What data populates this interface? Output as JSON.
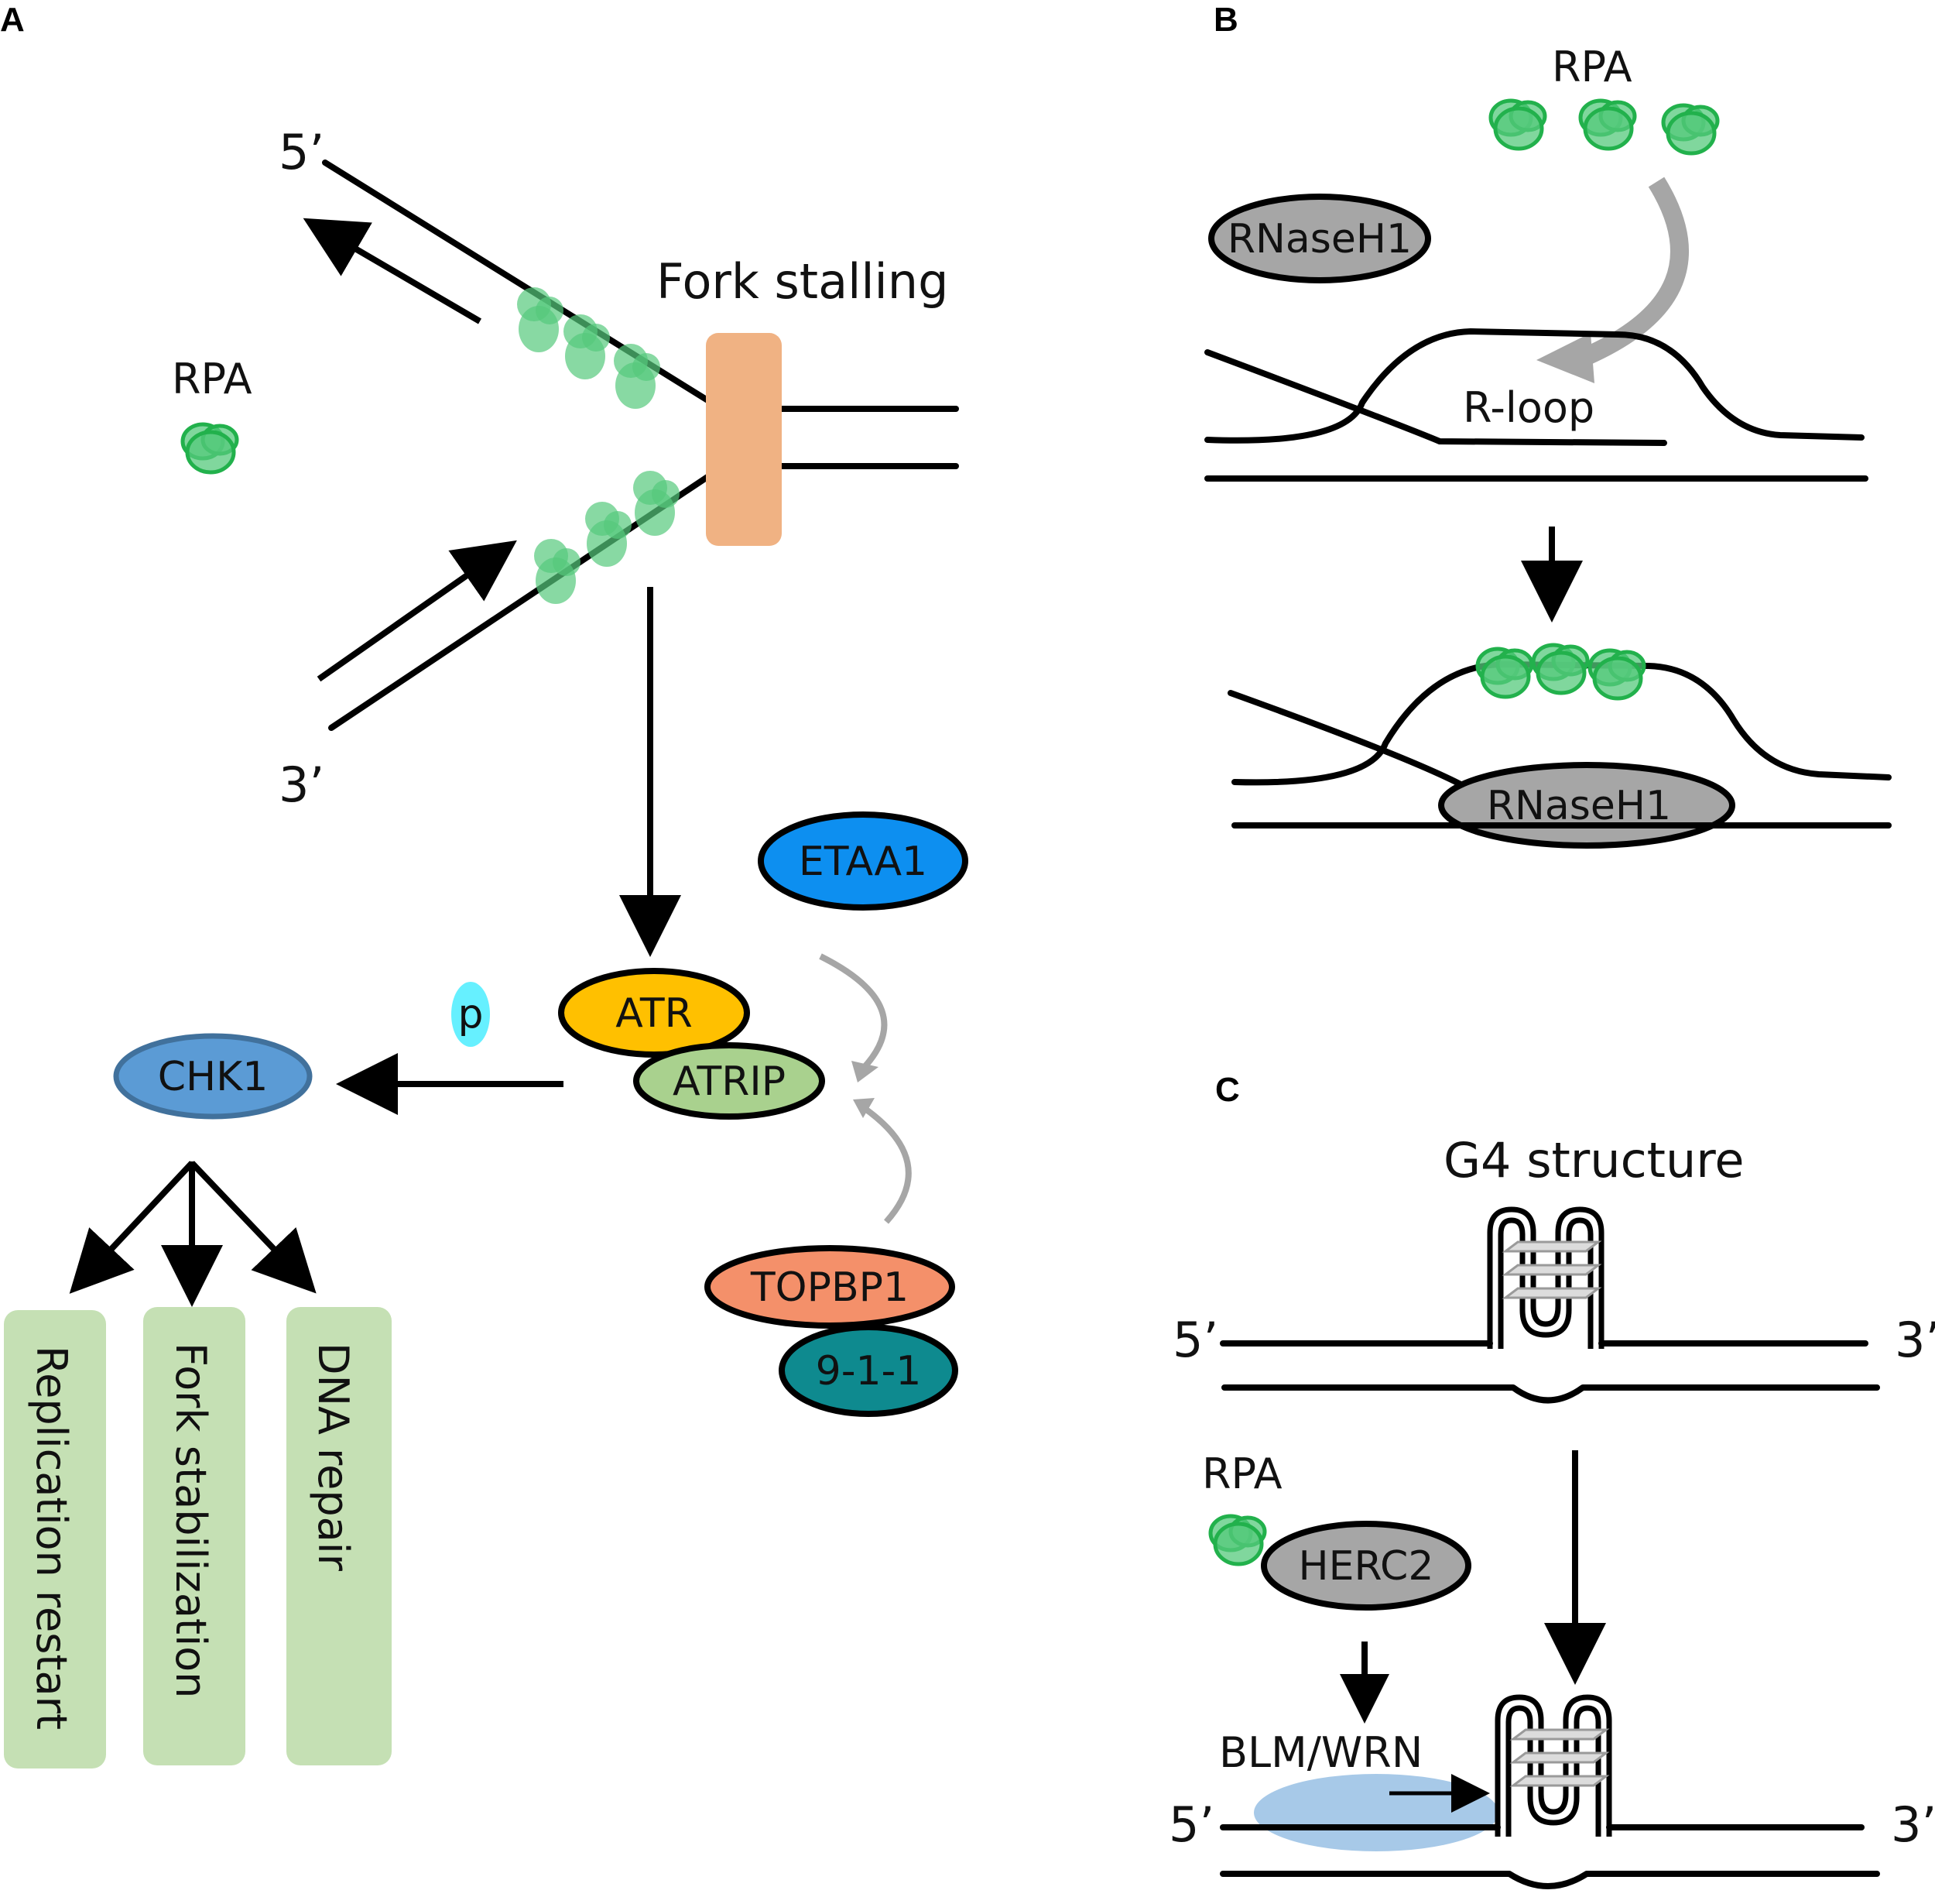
{
  "panels": {
    "a": {
      "letter": "A",
      "five_prime": "5’",
      "three_prime": "3’",
      "rpa_label": "RPA",
      "fork_stalling": "Fork stalling",
      "p_label": "p",
      "proteins": {
        "atr": "ATR",
        "atrip": "ATRIP",
        "etaa1": "ETAA1",
        "chk1": "CHK1",
        "topbp1": "TOPBP1",
        "nine_one_one": "9-1-1"
      },
      "outcomes": [
        "Replication restart",
        "Fork stabilization",
        "DNA repair"
      ]
    },
    "b": {
      "letter": "B",
      "rpa_label": "RPA",
      "rnaseh1_top": "RNaseH1",
      "rloop_label": "R-loop",
      "rnaseh1_bottom": "RNaseH1"
    },
    "c": {
      "letter": "C",
      "g4_label": "G4 structure",
      "five_prime_top": "5’",
      "three_prime_top": "3’",
      "rpa_label": "RPA",
      "herc2": "HERC2",
      "blm_wrn": "BLM/WRN",
      "five_prime_bottom": "5’",
      "three_prime_bottom": "3’"
    }
  },
  "colors": {
    "rpa_fill": "#55c97c",
    "rpa_stroke": "#22b14c",
    "fork_block": "#f0b283",
    "atr": "#ffc000",
    "atrip": "#a9d18e",
    "etaa1": "#0d8ff0",
    "chk1": "#5b9bd5",
    "chk1_stroke": "#41719c",
    "topbp1": "#f4906a",
    "nine_one_one": "#0e8a8f",
    "phospho": "#66f0ff",
    "outcome_box": "#c5e0b4",
    "rnaseh1": "#a6a6a6",
    "herc2": "#a6a6a6",
    "blm_wrn": "#9dc3e6",
    "curved_arrow": "#a6a6a6"
  }
}
